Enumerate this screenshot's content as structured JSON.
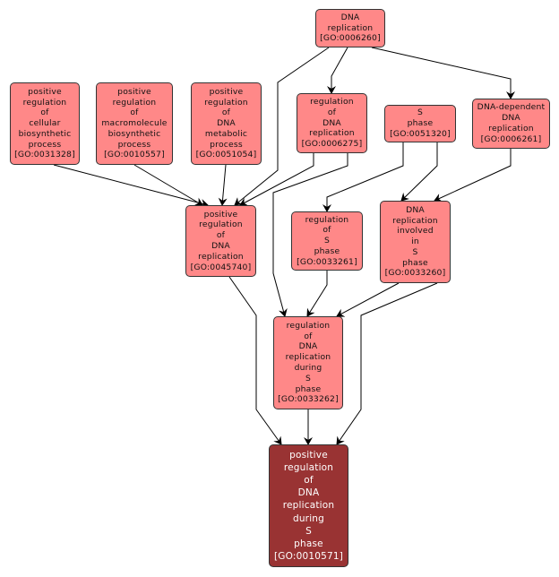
{
  "diagram": {
    "type": "GO term hierarchy",
    "colors": {
      "node_fill": "#ff8888",
      "target_fill": "#993333",
      "edge": "#000000",
      "border": "#333333"
    },
    "nodes": [
      {
        "id": "GO:0006260",
        "lines": [
          "DNA",
          "replication",
          "[GO:0006260]"
        ]
      },
      {
        "id": "GO:0031328",
        "lines": [
          "positive",
          "regulation",
          "of",
          "cellular",
          "biosynthetic",
          "process",
          "[GO:0031328]"
        ]
      },
      {
        "id": "GO:0010557",
        "lines": [
          "positive",
          "regulation",
          "of",
          "macromolecule",
          "biosynthetic",
          "process",
          "[GO:0010557]"
        ]
      },
      {
        "id": "GO:0051054",
        "lines": [
          "positive",
          "regulation",
          "of",
          "DNA",
          "metabolic",
          "process",
          "[GO:0051054]"
        ]
      },
      {
        "id": "GO:0006275",
        "lines": [
          "regulation",
          "of",
          "DNA",
          "replication",
          "[GO:0006275]"
        ]
      },
      {
        "id": "GO:0051320",
        "lines": [
          "S",
          "phase",
          "[GO:0051320]"
        ]
      },
      {
        "id": "GO:0006261",
        "lines": [
          "DNA-dependent",
          "DNA",
          "replication",
          "[GO:0006261]"
        ]
      },
      {
        "id": "GO:0045740",
        "lines": [
          "positive",
          "regulation",
          "of",
          "DNA",
          "replication",
          "[GO:0045740]"
        ]
      },
      {
        "id": "GO:0033261",
        "lines": [
          "regulation",
          "of",
          "S",
          "phase",
          "[GO:0033261]"
        ]
      },
      {
        "id": "GO:0033260",
        "lines": [
          "DNA",
          "replication",
          "involved",
          "in",
          "S",
          "phase",
          "[GO:0033260]"
        ]
      },
      {
        "id": "GO:0033262",
        "lines": [
          "regulation",
          "of",
          "DNA",
          "replication",
          "during",
          "S",
          "phase",
          "[GO:0033262]"
        ]
      },
      {
        "id": "GO:0010571",
        "lines": [
          "positive",
          "regulation",
          "of",
          "DNA",
          "replication",
          "during",
          "S",
          "phase",
          "[GO:0010571]"
        ],
        "highlighted": true
      }
    ],
    "edges": [
      {
        "from": "GO:0006260",
        "to": "GO:0006275"
      },
      {
        "from": "GO:0006260",
        "to": "GO:0006261"
      },
      {
        "from": "GO:0006260",
        "to": "GO:0045740"
      },
      {
        "from": "GO:0031328",
        "to": "GO:0045740"
      },
      {
        "from": "GO:0010557",
        "to": "GO:0045740"
      },
      {
        "from": "GO:0051054",
        "to": "GO:0045740"
      },
      {
        "from": "GO:0006275",
        "to": "GO:0045740"
      },
      {
        "from": "GO:0006275",
        "to": "GO:0033262"
      },
      {
        "from": "GO:0051320",
        "to": "GO:0033261"
      },
      {
        "from": "GO:0051320",
        "to": "GO:0033260"
      },
      {
        "from": "GO:0006261",
        "to": "GO:0033260"
      },
      {
        "from": "GO:0033261",
        "to": "GO:0033262"
      },
      {
        "from": "GO:0033260",
        "to": "GO:0033262"
      },
      {
        "from": "GO:0045740",
        "to": "GO:0010571"
      },
      {
        "from": "GO:0033262",
        "to": "GO:0010571"
      },
      {
        "from": "GO:0033260",
        "to": "GO:0010571"
      }
    ]
  }
}
